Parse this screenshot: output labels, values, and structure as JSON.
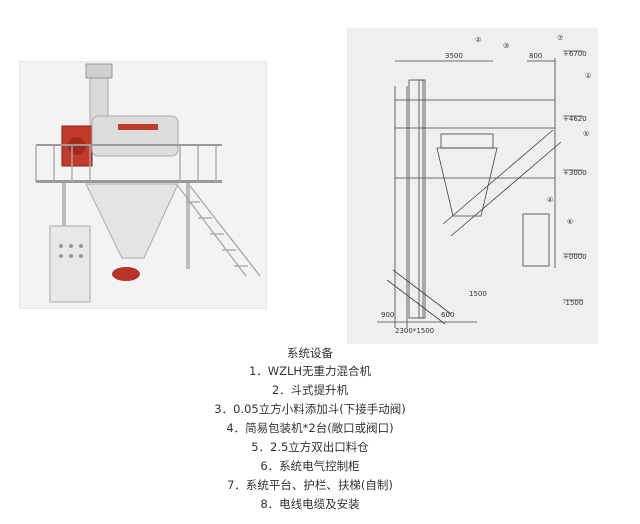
{
  "drawing": {
    "levels": [
      "+6700",
      "+4620",
      "+3000",
      "+0000",
      "-1500"
    ],
    "dimensions_top": [
      "3500",
      "800"
    ],
    "dimensions_bottom": [
      "900",
      "600",
      "2300*1500"
    ],
    "dimension_side": "1500",
    "markers": [
      "②",
      "③",
      "⑦",
      "①",
      "⑤",
      "④",
      "⑥"
    ]
  },
  "caption": {
    "title": "系统设备",
    "items": [
      "1．WZLH无重力混合机",
      "2．斗式提升机",
      "3．0.05立方小料添加斗(下接手动阀)",
      "4．简易包装机*2台(敞口或阀口)",
      "5．2.5立方双出口料仓",
      "6．系统电气控制柜",
      "7．系统平台、护栏、扶梯(自制)",
      "8．电线电缆及安装"
    ]
  }
}
